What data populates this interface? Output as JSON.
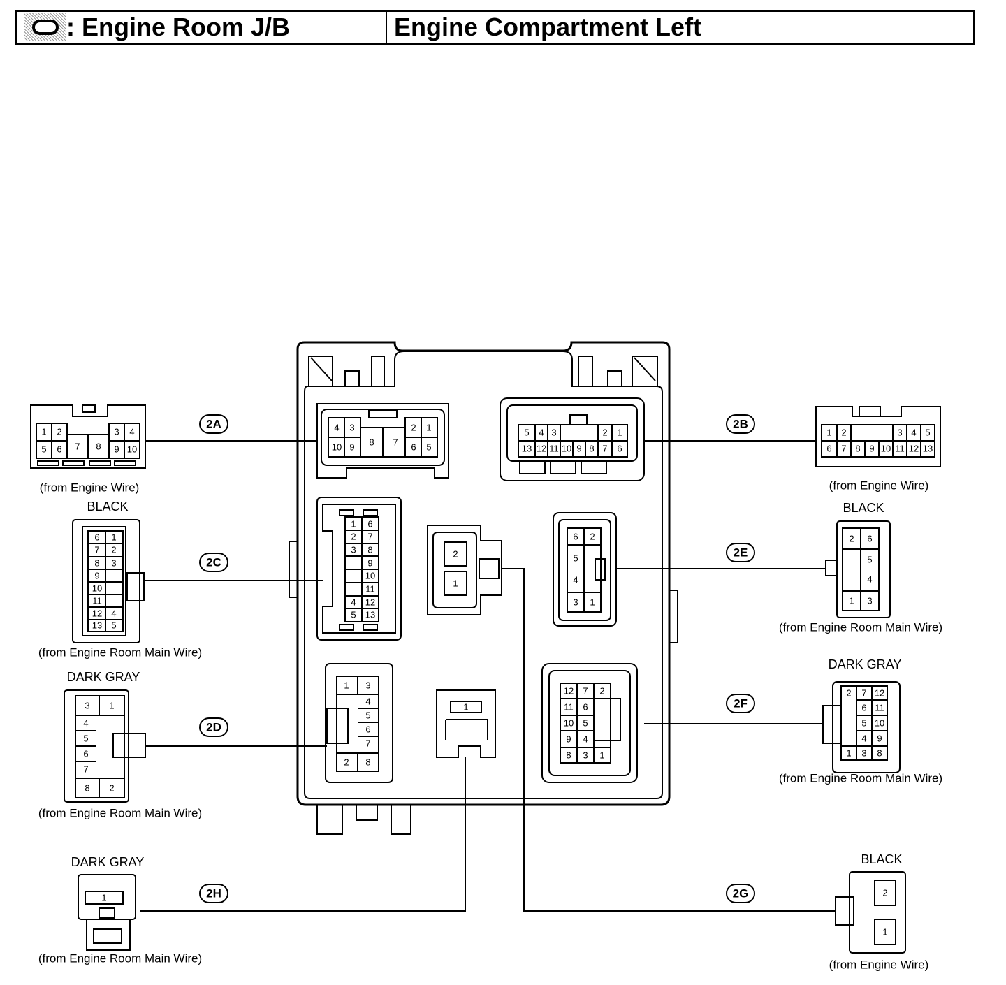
{
  "header": {
    "location_symbol": "connector-symbol-icon",
    "prefix": ": ",
    "title": "Engine Room J/B",
    "location": "Engine Compartment Left"
  },
  "connectors": [
    {
      "id": "2A",
      "code": "2A",
      "color": "",
      "source": "(from Engine Wire)",
      "pins_connector": [
        "1",
        "2",
        "3",
        "4",
        "5",
        "6",
        "7",
        "8",
        "9",
        "10"
      ],
      "pins_block": [
        "4",
        "3",
        "2",
        "1",
        "10",
        "9",
        "8",
        "7",
        "6",
        "5"
      ]
    },
    {
      "id": "2B",
      "code": "2B",
      "color": "",
      "source": "(from Engine Wire)",
      "pins_connector": [
        "1",
        "2",
        "3",
        "4",
        "5",
        "6",
        "7",
        "8",
        "9",
        "10",
        "11",
        "12",
        "13"
      ],
      "pins_block": [
        "5",
        "4",
        "3",
        "2",
        "1",
        "13",
        "12",
        "11",
        "10",
        "9",
        "8",
        "7",
        "6"
      ]
    },
    {
      "id": "2C",
      "code": "2C",
      "color": "BLACK",
      "source": "(from Engine Room Main Wire)",
      "pins_connector": [
        "6",
        "1",
        "7",
        "2",
        "8",
        "3",
        "9",
        "10",
        "11",
        "12",
        "4",
        "13",
        "5"
      ],
      "pins_block": [
        "1",
        "6",
        "2",
        "7",
        "3",
        "8",
        "9",
        "10",
        "11",
        "4",
        "12",
        "5",
        "13"
      ]
    },
    {
      "id": "2D",
      "code": "2D",
      "color": "DARK GRAY",
      "source": "(from Engine Room Main Wire)",
      "pins_connector": [
        "3",
        "1",
        "4",
        "5",
        "6",
        "7",
        "8",
        "2"
      ],
      "pins_block": [
        "1",
        "3",
        "4",
        "5",
        "6",
        "7",
        "2",
        "8"
      ]
    },
    {
      "id": "2E",
      "code": "2E",
      "color": "BLACK",
      "source": "(from Engine Room Main Wire)",
      "pins_connector": [
        "2",
        "6",
        "5",
        "4",
        "1",
        "3"
      ],
      "pins_block": [
        "6",
        "2",
        "5",
        "4",
        "3",
        "1"
      ]
    },
    {
      "id": "2F",
      "code": "2F",
      "color": "DARK GRAY",
      "source": "(from Engine Room Main Wire)",
      "pins_connector": [
        "2",
        "7",
        "12",
        "6",
        "11",
        "5",
        "10",
        "4",
        "9",
        "1",
        "3",
        "8"
      ],
      "pins_block": [
        "12",
        "7",
        "2",
        "11",
        "6",
        "10",
        "5",
        "9",
        "4",
        "8",
        "3",
        "1"
      ]
    },
    {
      "id": "2G",
      "code": "2G",
      "color": "BLACK",
      "source": "(from Engine Wire)",
      "pins_connector": [
        "2",
        "1"
      ],
      "pins_block": [
        "2",
        "1"
      ]
    },
    {
      "id": "2H",
      "code": "2H",
      "color": "DARK GRAY",
      "source": "(from Engine Room Main Wire)",
      "pins_connector": [
        "1"
      ],
      "pins_block": [
        "1"
      ]
    }
  ]
}
